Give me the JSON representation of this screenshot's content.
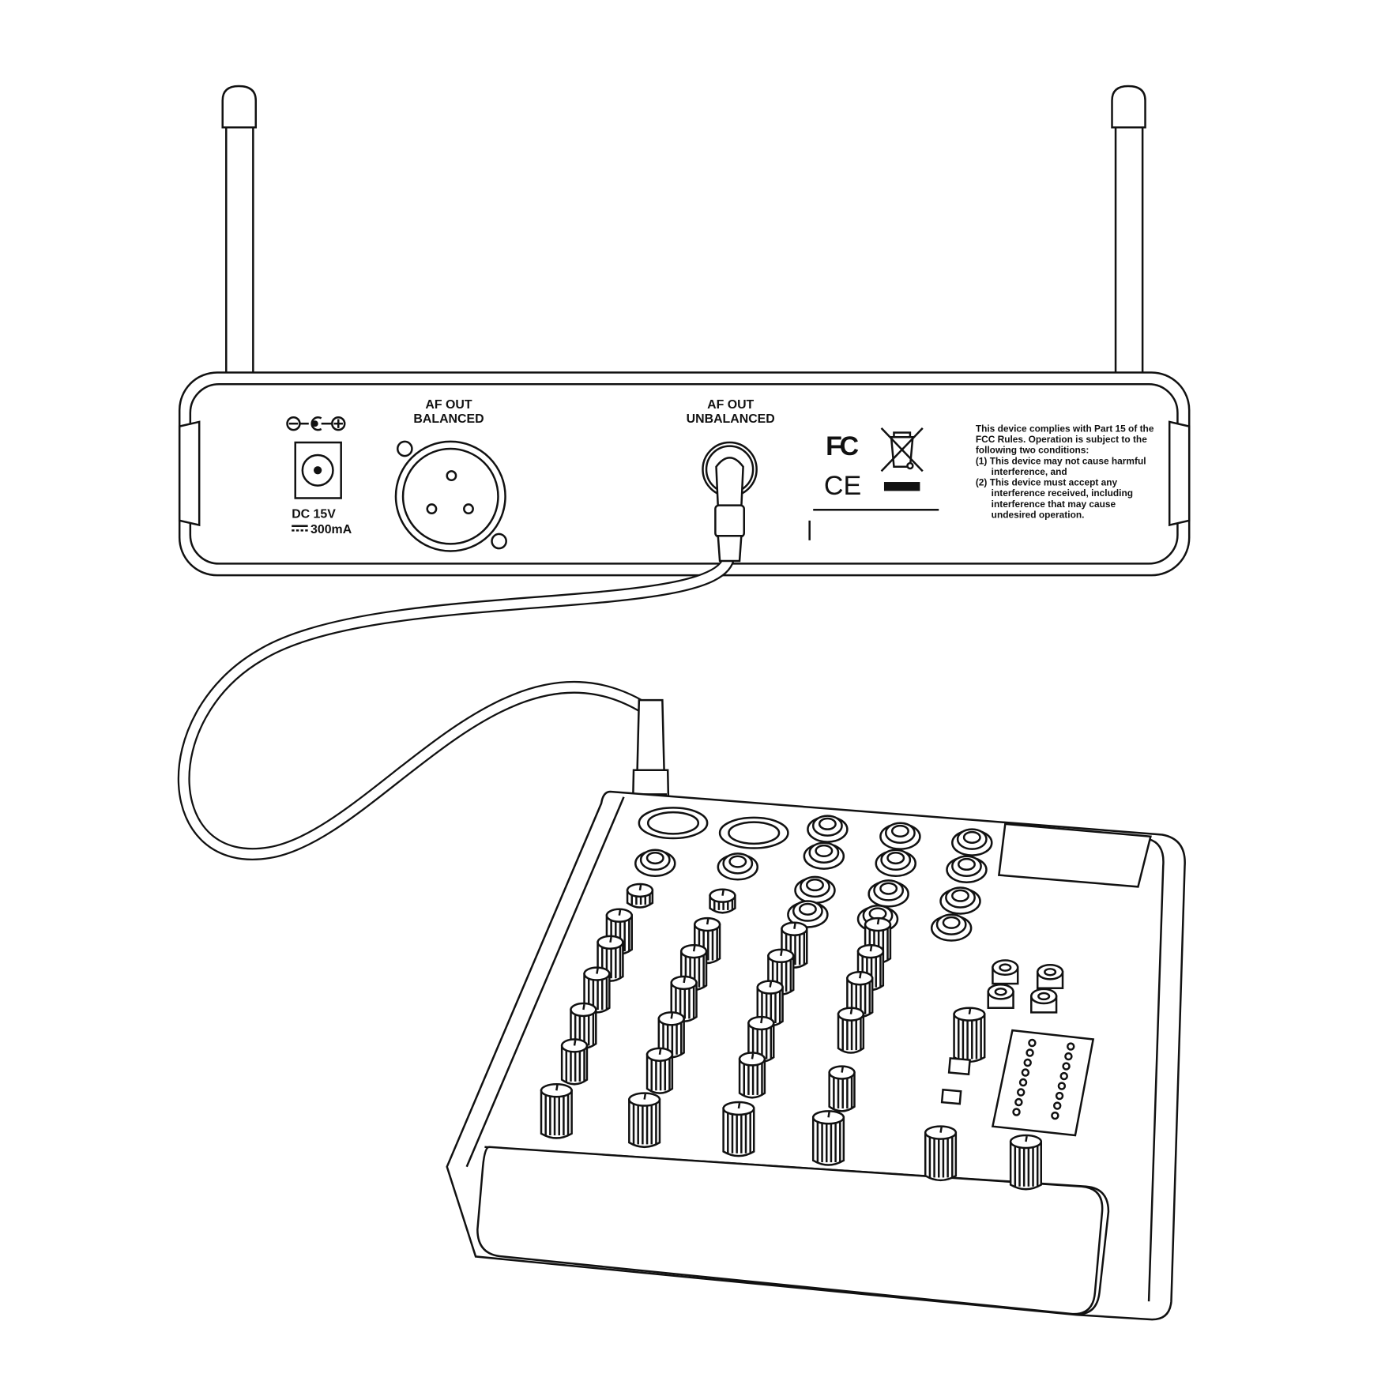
{
  "receiver": {
    "power": {
      "polarity_symbol": "⊖-●-⊕",
      "voltage": "DC 15V",
      "current": "300mA"
    },
    "balanced_output": {
      "line1": "AF OUT",
      "line2": "BALANCED"
    },
    "unbalanced_output": {
      "line1": "AF OUT",
      "line2": "UNBALANCED"
    },
    "certifications": {
      "fc": "FC",
      "ce": "CE"
    },
    "fcc_notice": [
      "This device complies with Part 15 of the",
      "FCC Rules. Operation is subject to the",
      "following two conditions:",
      "(1) This device may not cause harmful",
      "      interference, and",
      "(2) This device must accept any",
      "      interference received, including",
      "      interference that may cause",
      "      undesired operation."
    ]
  },
  "colors": {
    "line": "#111111",
    "background": "#ffffff"
  }
}
